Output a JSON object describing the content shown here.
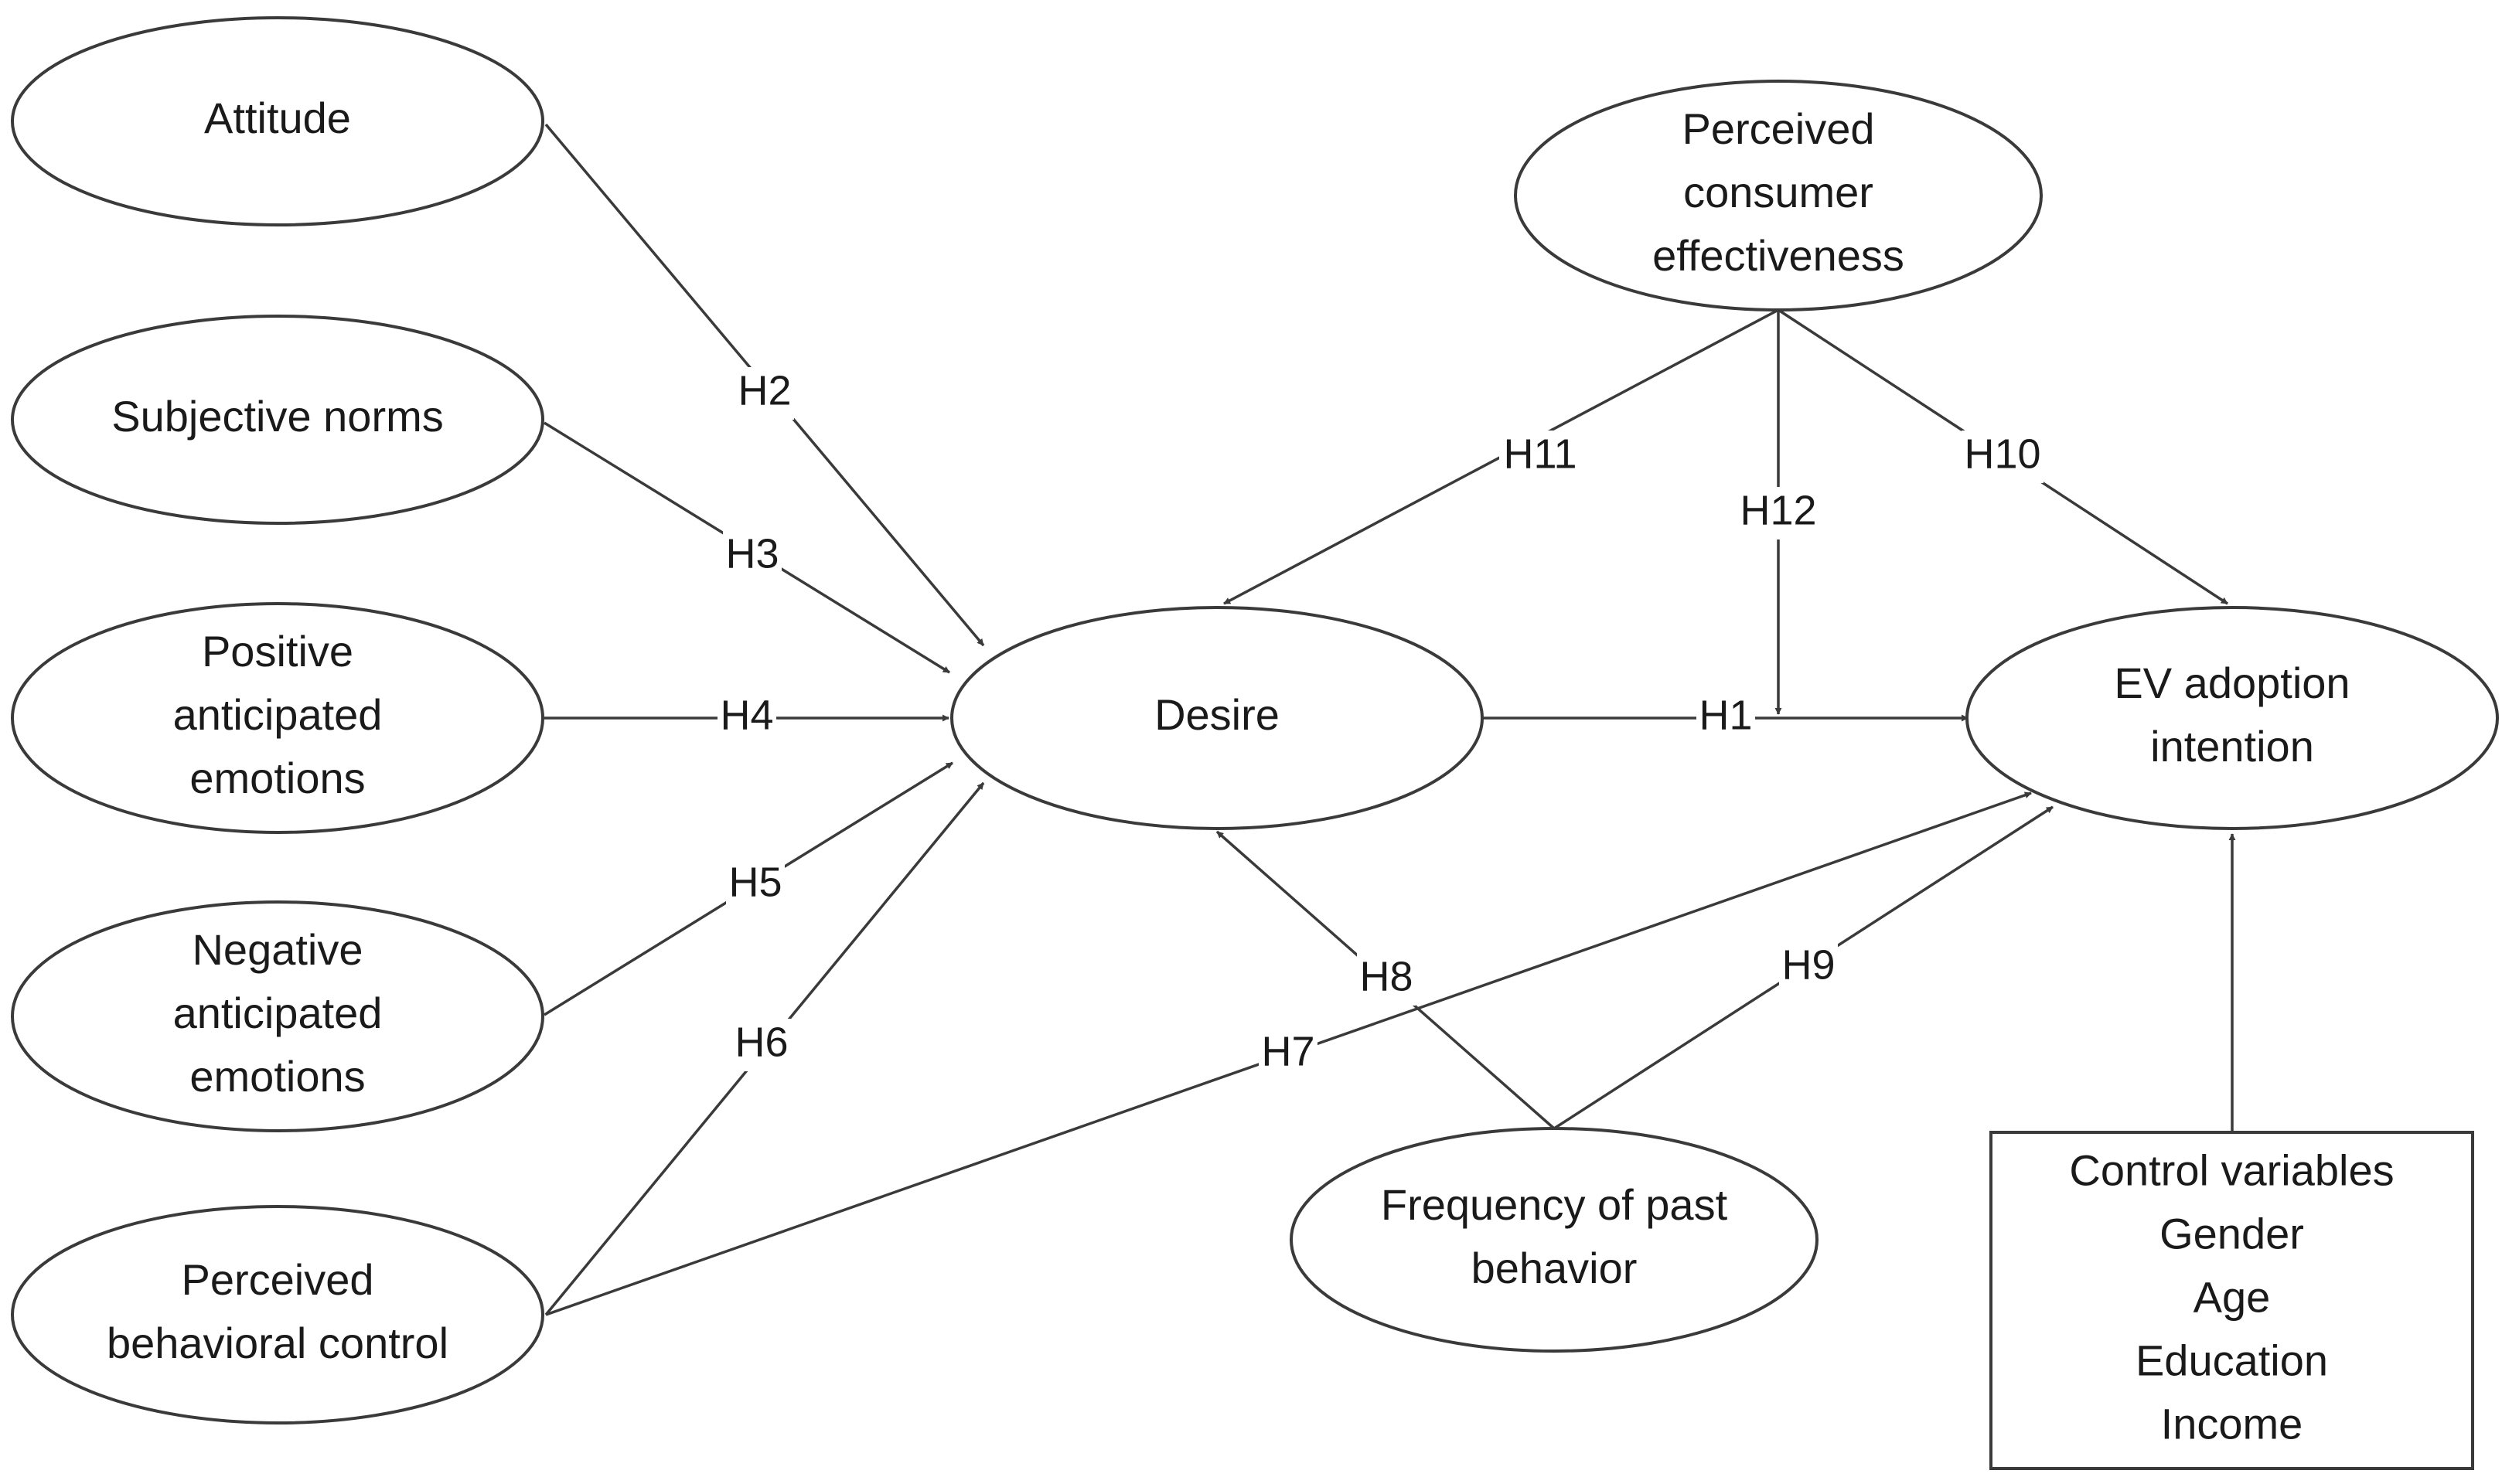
{
  "nodes": [
    {
      "id": "attitude",
      "lines": [
        "Attitude"
      ]
    },
    {
      "id": "subjective_norms",
      "lines": [
        "Subjective norms"
      ]
    },
    {
      "id": "positive_emotions",
      "lines": [
        "Positive",
        "anticipated",
        "emotions"
      ]
    },
    {
      "id": "negative_emotions",
      "lines": [
        "Negative",
        "anticipated",
        "emotions"
      ]
    },
    {
      "id": "pbc",
      "lines": [
        "Perceived",
        "behavioral control"
      ]
    },
    {
      "id": "desire",
      "lines": [
        "Desire"
      ]
    },
    {
      "id": "pce",
      "lines": [
        "Perceived",
        "consumer",
        "effectiveness"
      ]
    },
    {
      "id": "ev_intention",
      "lines": [
        "EV adoption",
        "intention"
      ]
    },
    {
      "id": "past_behavior",
      "lines": [
        "Frequency of past",
        "behavior"
      ]
    },
    {
      "id": "controls",
      "lines": [
        "Control variables",
        "Gender",
        "Age",
        "Education",
        "Income"
      ]
    }
  ],
  "edges": [
    {
      "id": "h1",
      "label": "H1",
      "from": "desire",
      "to": "ev_intention"
    },
    {
      "id": "h2",
      "label": "H2",
      "from": "attitude",
      "to": "desire"
    },
    {
      "id": "h3",
      "label": "H3",
      "from": "subjective_norms",
      "to": "desire"
    },
    {
      "id": "h4",
      "label": "H4",
      "from": "positive_emotions",
      "to": "desire"
    },
    {
      "id": "h5",
      "label": "H5",
      "from": "negative_emotions",
      "to": "desire"
    },
    {
      "id": "h6",
      "label": "H6",
      "from": "pbc",
      "to": "desire"
    },
    {
      "id": "h7",
      "label": "H7",
      "from": "pbc",
      "to": "ev_intention"
    },
    {
      "id": "h8",
      "label": "H8",
      "from": "past_behavior",
      "to": "desire"
    },
    {
      "id": "h9",
      "label": "H9",
      "from": "past_behavior",
      "to": "ev_intention"
    },
    {
      "id": "h10",
      "label": "H10",
      "from": "pce",
      "to": "ev_intention"
    },
    {
      "id": "h11",
      "label": "H11",
      "from": "pce",
      "to": "desire"
    },
    {
      "id": "h12",
      "label": "H12",
      "from": "pce",
      "to": "h1"
    },
    {
      "id": "controls_edge",
      "label": "",
      "from": "controls",
      "to": "ev_intention"
    }
  ]
}
